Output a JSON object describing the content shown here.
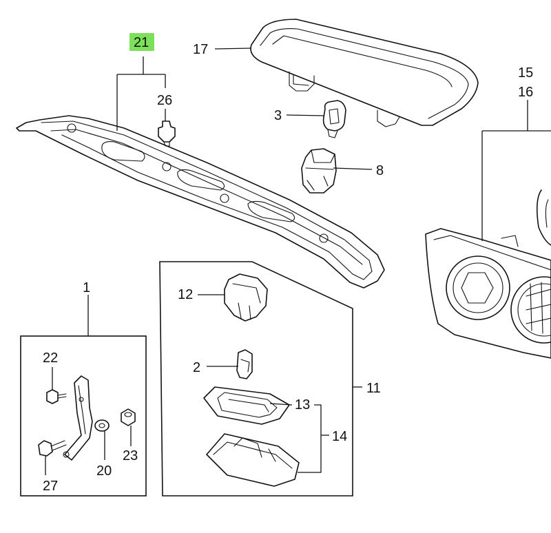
{
  "diagram": {
    "colors": {
      "highlight": "#7CE05A",
      "line": "#111111",
      "background": "#ffffff"
    },
    "labels": {
      "n1": "1",
      "n2": "2",
      "n3": "3",
      "n8": "8",
      "n11": "11",
      "n12": "12",
      "n13": "13",
      "n14": "14",
      "n15": "15",
      "n16": "16",
      "n17": "17",
      "n20": "20",
      "n21": "21",
      "n22": "22",
      "n23": "23",
      "n26": "26",
      "n27": "27"
    }
  }
}
